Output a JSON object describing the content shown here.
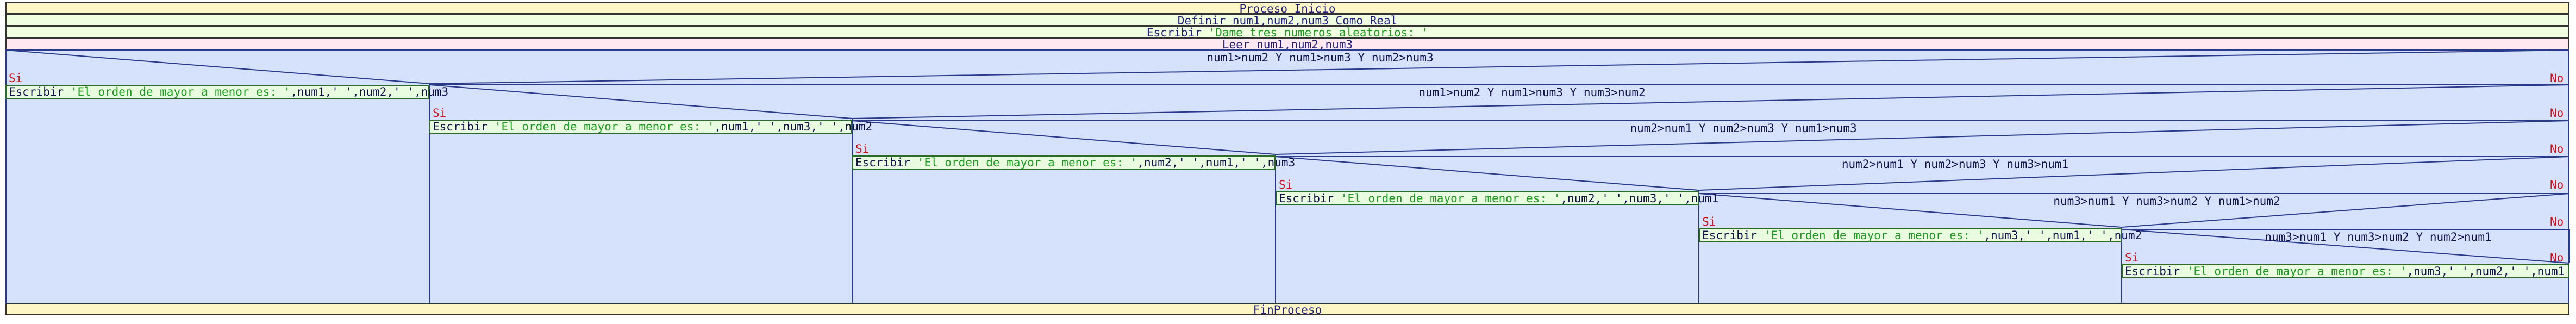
{
  "proceso": "Proceso Inicio",
  "definir": {
    "kw": "Definir ",
    "vars": "num1,num2,num3",
    "tipo": " Como Real"
  },
  "escribir_prompt": {
    "kw": "Escribir ",
    "str": "'Dame tres numeros aleatorios: '"
  },
  "leer": "Leer num1,num2,num3",
  "fin": "FinProceso",
  "labels": {
    "si": "Si",
    "no": "No"
  },
  "decisions": [
    {
      "cond": "num1>num2 Y num1>num3 Y num2>num3",
      "out_kw": "Escribir ",
      "out_str": "'El orden de mayor a menor es: '",
      "out_rest": ",num1,' ',num2,' ',num3"
    },
    {
      "cond": "num1>num2 Y num1>num3 Y num3>num2",
      "out_kw": "Escribir ",
      "out_str": "'El orden de mayor a menor es: '",
      "out_rest": ",num1,' ',num3,' ',num2"
    },
    {
      "cond": "num2>num1 Y num2>num3 Y num1>num3",
      "out_kw": "Escribir ",
      "out_str": "'El orden de mayor a menor es: '",
      "out_rest": ",num2,' ',num1,' ',num3"
    },
    {
      "cond": "num2>num1 Y num2>num3 Y num3>num1",
      "out_kw": "Escribir ",
      "out_str": "'El orden de mayor a menor es: '",
      "out_rest": ",num2,' ',num3,' ',num1"
    },
    {
      "cond": "num3>num1 Y num3>num2 Y num1>num2",
      "out_kw": "Escribir ",
      "out_str": "'El orden de mayor a menor es: '",
      "out_rest": ",num3,' ',num1,' ',num2"
    },
    {
      "cond": "num3>num1 Y num3>num2 Y num2>num1",
      "out_kw": "Escribir ",
      "out_str": "'El orden de mayor a menor es: '",
      "out_rest": ",num3,' ',num2,' ',num1"
    }
  ],
  "colors": {
    "line": "#2a3a8a",
    "region": "#d6e2fb",
    "si_no": "#d0121e",
    "string": "#1d9a20"
  }
}
